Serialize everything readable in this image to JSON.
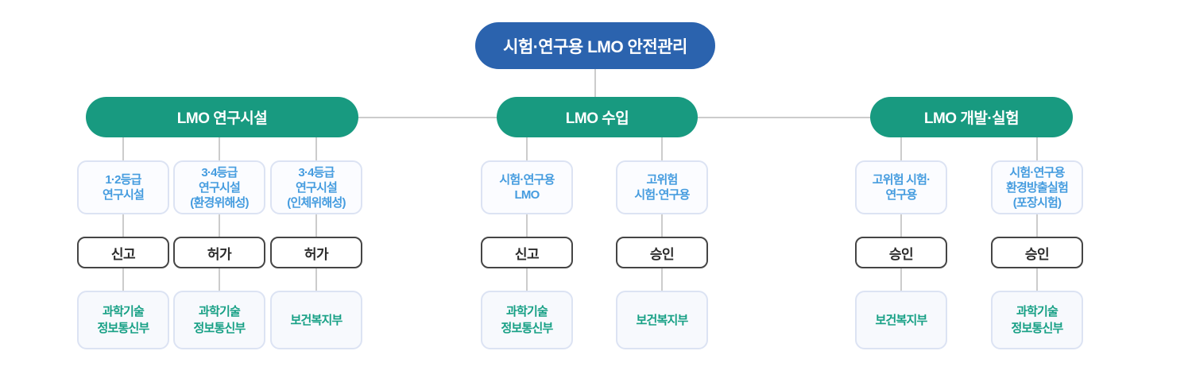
{
  "diagram_title": "시험·연구용 LMO 안전관리",
  "root": {
    "label": "시험·연구용 LMO 안전관리"
  },
  "groups": [
    {
      "label": "LMO 연구시설",
      "items": [
        {
          "category": "1·2등급\n연구시설",
          "action": "신고",
          "ministry": "과학기술\n정보통신부"
        },
        {
          "category": "3·4등급\n연구시설\n(환경위해성)",
          "action": "허가",
          "ministry": "과학기술\n정보통신부"
        },
        {
          "category": "3·4등급\n연구시설\n(인체위해성)",
          "action": "허가",
          "ministry": "보건복지부"
        }
      ]
    },
    {
      "label": "LMO 수입",
      "items": [
        {
          "category": "시험·연구용\nLMO",
          "action": "신고",
          "ministry": "과학기술\n정보통신부"
        },
        {
          "category": "고위험\n시험·연구용",
          "action": "승인",
          "ministry": "보건복지부"
        }
      ]
    },
    {
      "label": "LMO 개발·실험",
      "items": [
        {
          "category": "고위험 시험·\n연구용",
          "action": "승인",
          "ministry": "보건복지부"
        },
        {
          "category": "시험·연구용\n환경방출실험\n(포장시험)",
          "action": "승인",
          "ministry": "과학기술\n정보통신부"
        }
      ]
    }
  ],
  "colors": {
    "root_bg": "#2b63ae",
    "group_bg": "#189a80",
    "category_text": "#459cdf",
    "ministry_text": "#17a085",
    "connector": "#cccccc",
    "action_border": "#454545",
    "box_border": "#dce3f3",
    "box_bg": "#fbfcff",
    "ministry_bg": "#f7f9fd"
  }
}
